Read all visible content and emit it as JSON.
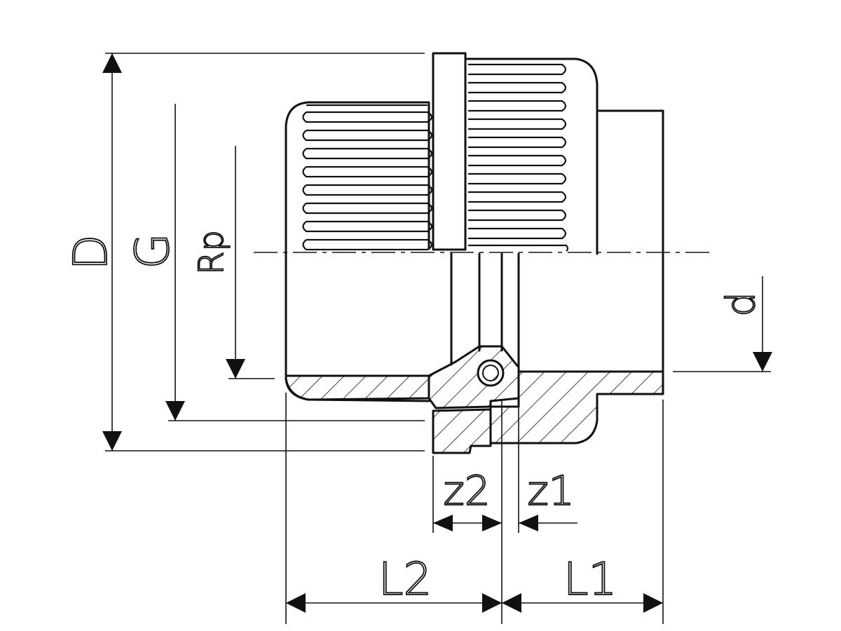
{
  "diagram": {
    "labels": {
      "D": "D",
      "G": "G",
      "Rp": "Rp",
      "d": "d",
      "z1": "z1",
      "z2": "z2",
      "L1": "L1",
      "L2": "L2"
    },
    "colors": {
      "line": "#111111",
      "background": "#ffffff"
    }
  }
}
